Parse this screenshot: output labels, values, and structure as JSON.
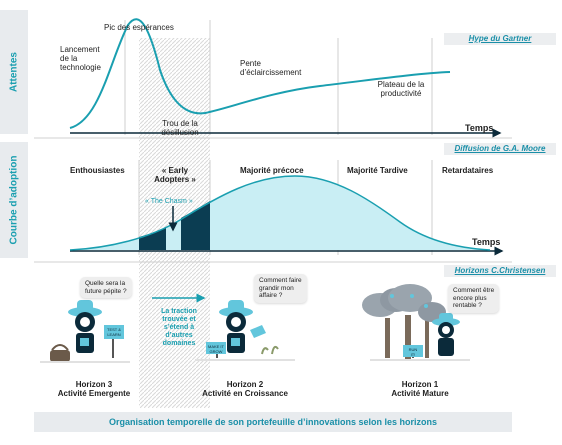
{
  "side_labels": {
    "expectations": "Attentes",
    "adoption": "Courbe d’adoption"
  },
  "hype": {
    "tag": "Hype du Gartner",
    "launch": [
      "Lancement",
      "de la",
      "technologie"
    ],
    "peak": "Pic des espérances",
    "trough": [
      "Trou de la",
      "désillusion"
    ],
    "slope": [
      "Pente",
      "d’éclaircissement"
    ],
    "plateau": [
      "Plateau de la",
      "productivité"
    ],
    "time": "Temps"
  },
  "diffusion": {
    "tag": "Diffusion de G.A. Moore",
    "enthusiasts": "Enthousiastes",
    "early_adopters": [
      "« Early",
      "Adopters »"
    ],
    "chasm": "« The Chasm »",
    "early_majority": "Majorité précoce",
    "late_majority": "Majorité Tardive",
    "laggards": "Retardataires",
    "time": "Temps"
  },
  "horizons": {
    "tag": "Horizons C.Christensen",
    "h3_question": [
      "Quelle sera la",
      "future pépite ?"
    ],
    "h3_sign": [
      "TEST &",
      "LEARN"
    ],
    "h3_label": [
      "Horizon 3",
      "Activité Emergente"
    ],
    "traction": [
      "La traction",
      "trouvée et",
      "s’étend à",
      "d’autres",
      "domaines"
    ],
    "h2_question": [
      "Comment faire",
      "grandir mon",
      "affaire ?"
    ],
    "h2_sign": [
      "MAKE IT",
      "GROW"
    ],
    "h2_label": [
      "Horizon 2",
      "Activité en  Croissance"
    ],
    "h1_question": [
      "Comment être",
      "encore plus",
      "rentable ?"
    ],
    "h1_sign": [
      "RUN",
      "IT!"
    ],
    "h1_label": [
      "Horizon 1",
      "Activité Mature"
    ]
  },
  "footer": "Organisation temporelle de son portefeuille d’innovations selon les horizons",
  "colors": {
    "accent": "#1a9fb0",
    "dark": "#0b2a3a",
    "fill_light": "#c9eef4",
    "grey": "#e8ebee"
  }
}
